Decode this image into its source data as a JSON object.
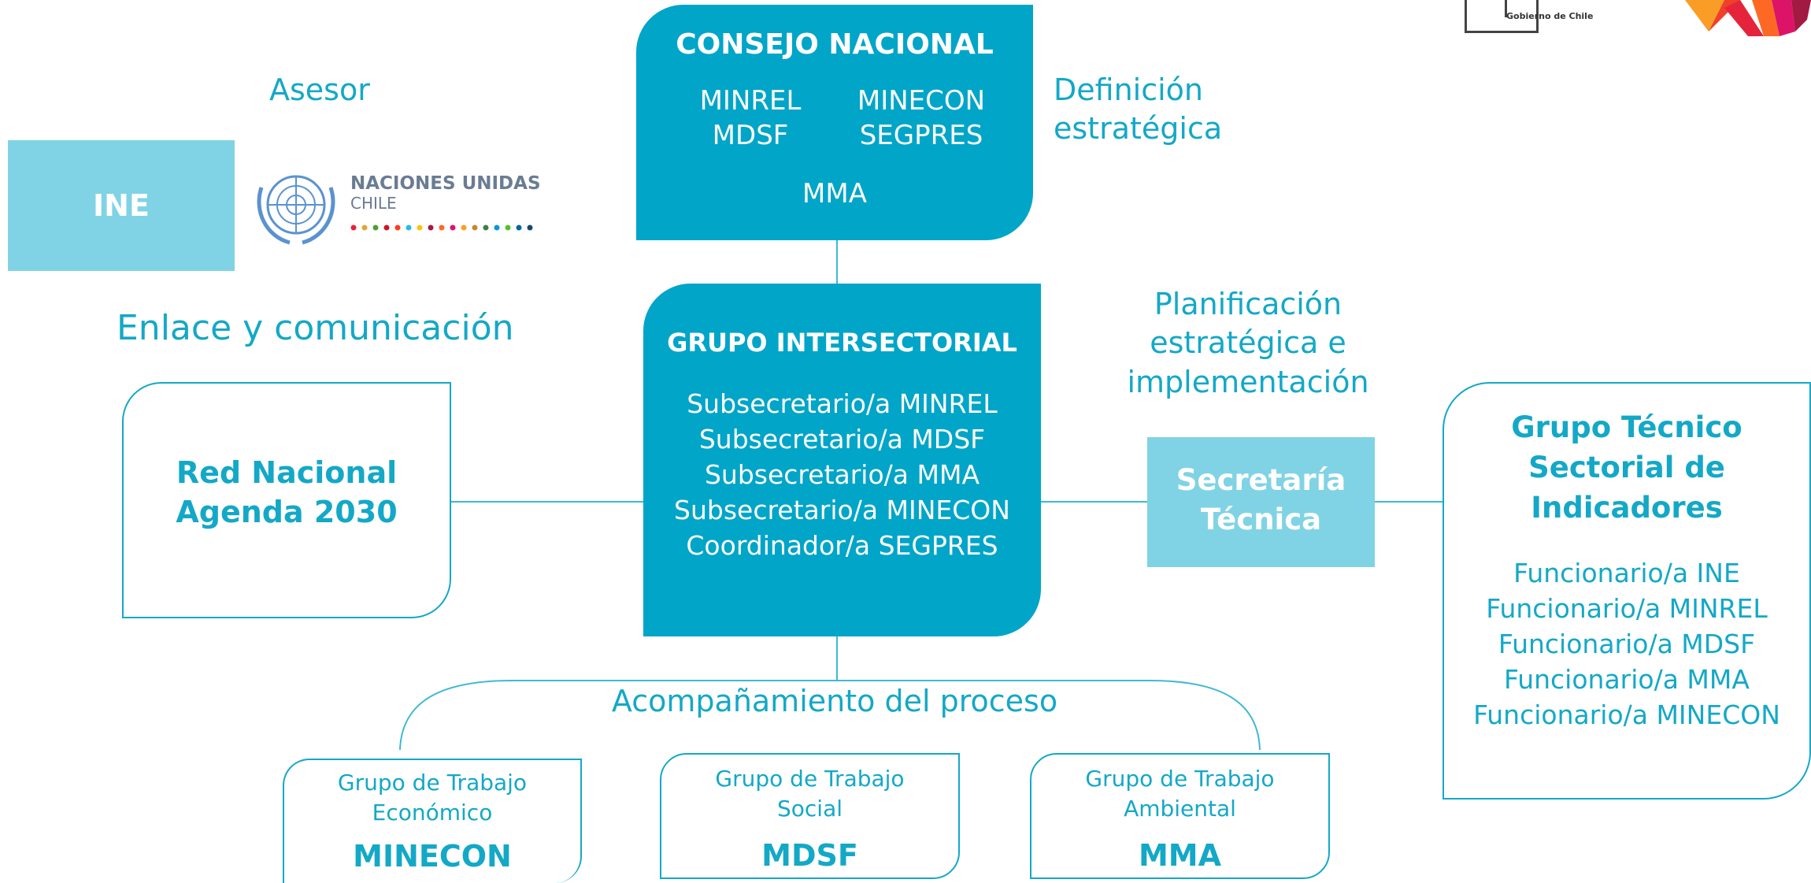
{
  "header": {
    "gov_logo_text": "Gobierno de Chile"
  },
  "labels": {
    "asesor": "Asesor",
    "definicion": [
      "Definición",
      "estratégica"
    ],
    "enlace": "Enlace y comunicación",
    "planificacion": [
      "Planificación",
      "estratégica e",
      "implementación"
    ],
    "acompanamiento": "Acompañamiento del proceso"
  },
  "consejo": {
    "title": "CONSEJO NACIONAL",
    "members": [
      "MINREL",
      "MINECON",
      "MDSF",
      "SEGPRES",
      "MMA"
    ]
  },
  "ine": {
    "label": "INE"
  },
  "naciones_unidas": {
    "name": "NACIONES UNIDAS",
    "country": "CHILE"
  },
  "grupo_intersectorial": {
    "title": "GRUPO INTERSECTORIAL",
    "members": [
      "Subsecretario/a MINREL",
      "Subsecretario/a MDSF",
      "Subsecretario/a MMA",
      "Subsecretario/a MINECON",
      "Coordinador/a SEGPRES"
    ]
  },
  "red_nacional": {
    "title": [
      "Red Nacional",
      "Agenda 2030"
    ]
  },
  "secretaria": {
    "title": [
      "Secretaría",
      "Técnica"
    ]
  },
  "grupo_tecnico": {
    "title": [
      "Grupo Técnico",
      "Sectorial de",
      "Indicadores"
    ],
    "members": [
      "Funcionario/a INE",
      "Funcionario/a MINREL",
      "Funcionario/a MDSF",
      "Funcionario/a MMA",
      "Funcionario/a MINECON"
    ]
  },
  "working_groups": [
    {
      "label": [
        "Grupo de Trabajo",
        "Económico"
      ],
      "ministry": "MINECON"
    },
    {
      "label": [
        "Grupo de Trabajo",
        "Social"
      ],
      "ministry": "MDSF"
    },
    {
      "label": [
        "Grupo de Trabajo",
        "Ambiental"
      ],
      "ministry": "MMA"
    }
  ],
  "colors": {
    "dark": "#00a5c8",
    "light": "#80d3e4",
    "text": "#14a8c7",
    "un_logo": "#5b92d1"
  },
  "icons": [
    "un-emblem-icon",
    "chile-gov-logo-icon",
    "sdg-wheel-icon"
  ]
}
